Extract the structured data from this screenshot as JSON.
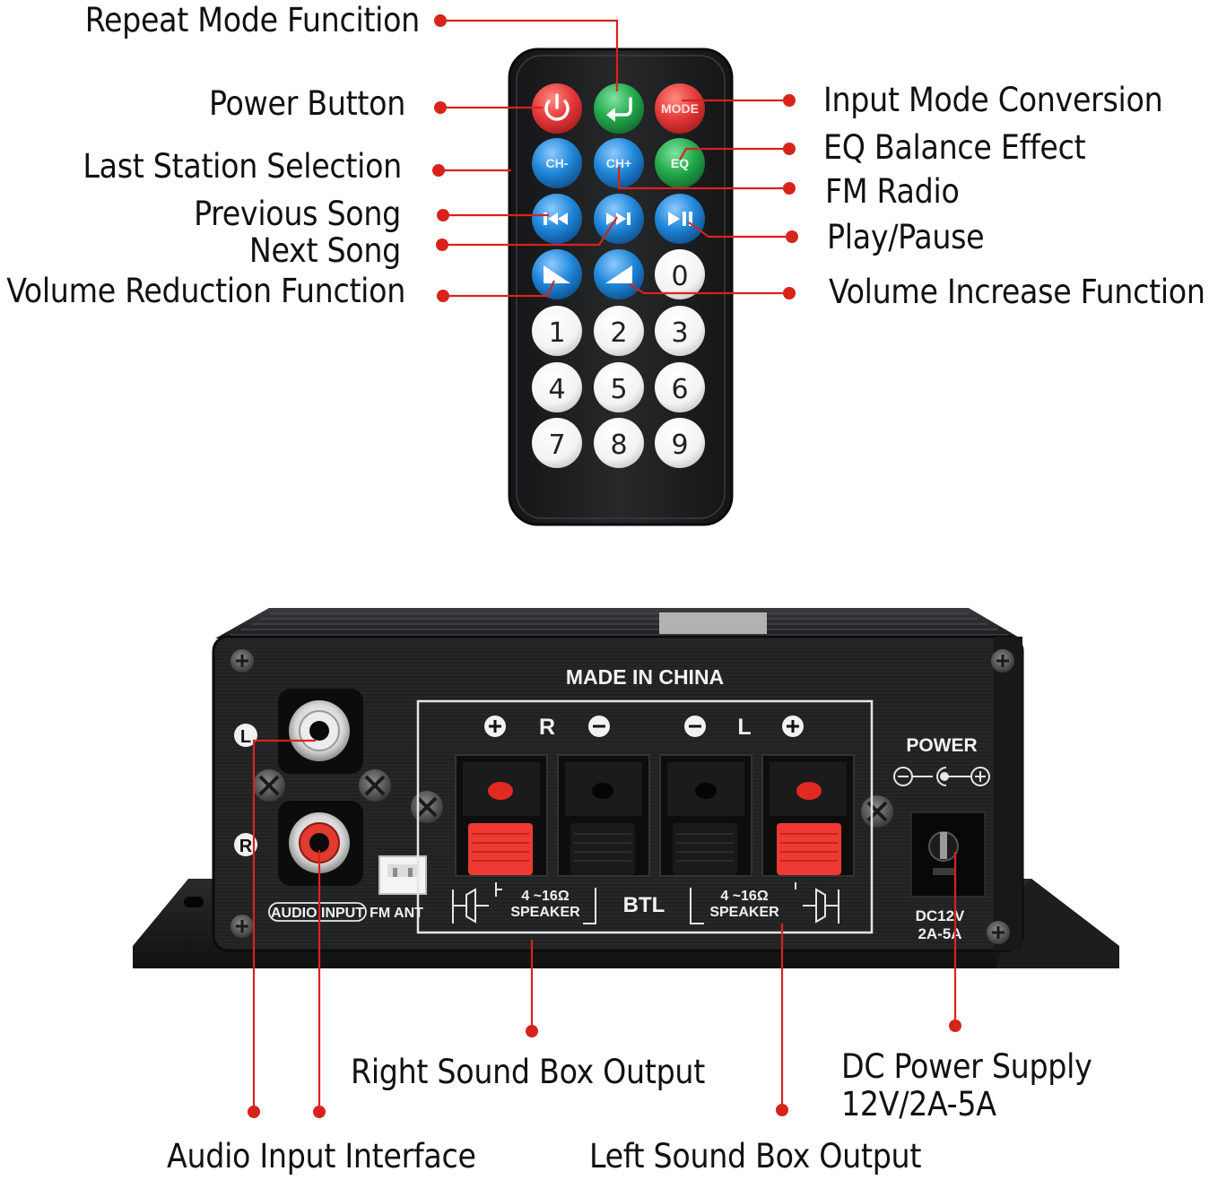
{
  "colors": {
    "callout": "#d8231c",
    "remote_body": "#1c1d1f",
    "amp_body": "#1a1a1c",
    "btn_red": "#e43a3a",
    "btn_green": "#23a84c",
    "btn_blue": "#1f86d8",
    "btn_white": "#f6f6f6"
  },
  "remote": {
    "labels": {
      "repeat": "Repeat Mode Funcition",
      "power": "Power Button",
      "last_station": "Last Station Selection",
      "previous_song": "Previous Song",
      "next_song": "Next Song",
      "volume_down": "Volume Reduction Function",
      "input_mode": "Input Mode Conversion",
      "eq": "EQ Balance Effect",
      "fm": "FM Radio",
      "play_pause": "Play/Pause",
      "volume_up": "Volume Increase Function"
    },
    "buttons": {
      "mode": "MODE",
      "ch_minus": "CH-",
      "ch_plus": "CH+",
      "eq": "EQ",
      "digits": [
        "0",
        "1",
        "2",
        "3",
        "4",
        "5",
        "6",
        "7",
        "8",
        "9"
      ]
    }
  },
  "amplifier": {
    "labels": {
      "audio_input": "Audio Input Interface",
      "right_output": "Right Sound Box Output",
      "left_output": "Left Sound Box Output",
      "dc_supply_1": "DC Power Supply",
      "dc_supply_2": "12V/2A-5A"
    },
    "panel": {
      "made_in": "MADE IN CHINA",
      "r": "R",
      "l": "L",
      "rca_l": "L",
      "rca_r": "R",
      "audio_input": "AUDIO INPUT",
      "fm_ant": "FM ANT",
      "speaker_ohm_right": "4 ~16Ω",
      "speaker_right": "SPEAKER",
      "btl": "BTL",
      "speaker_ohm_left": "4 ~16Ω",
      "speaker_left": "SPEAKER",
      "power": "POWER",
      "dc_rating_1": "DC12V",
      "dc_rating_2": "2A-5A"
    }
  }
}
